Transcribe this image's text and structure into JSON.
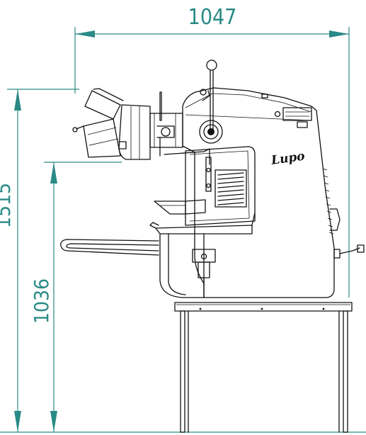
{
  "dimensions": {
    "overall_width": "1047",
    "overall_height": "1515",
    "table_height": "1036"
  },
  "machine": {
    "brand_logo": "Lupo"
  },
  "colors": {
    "dimension": "#2a8a86",
    "drawing": "#111111",
    "background": "#ffffff"
  }
}
